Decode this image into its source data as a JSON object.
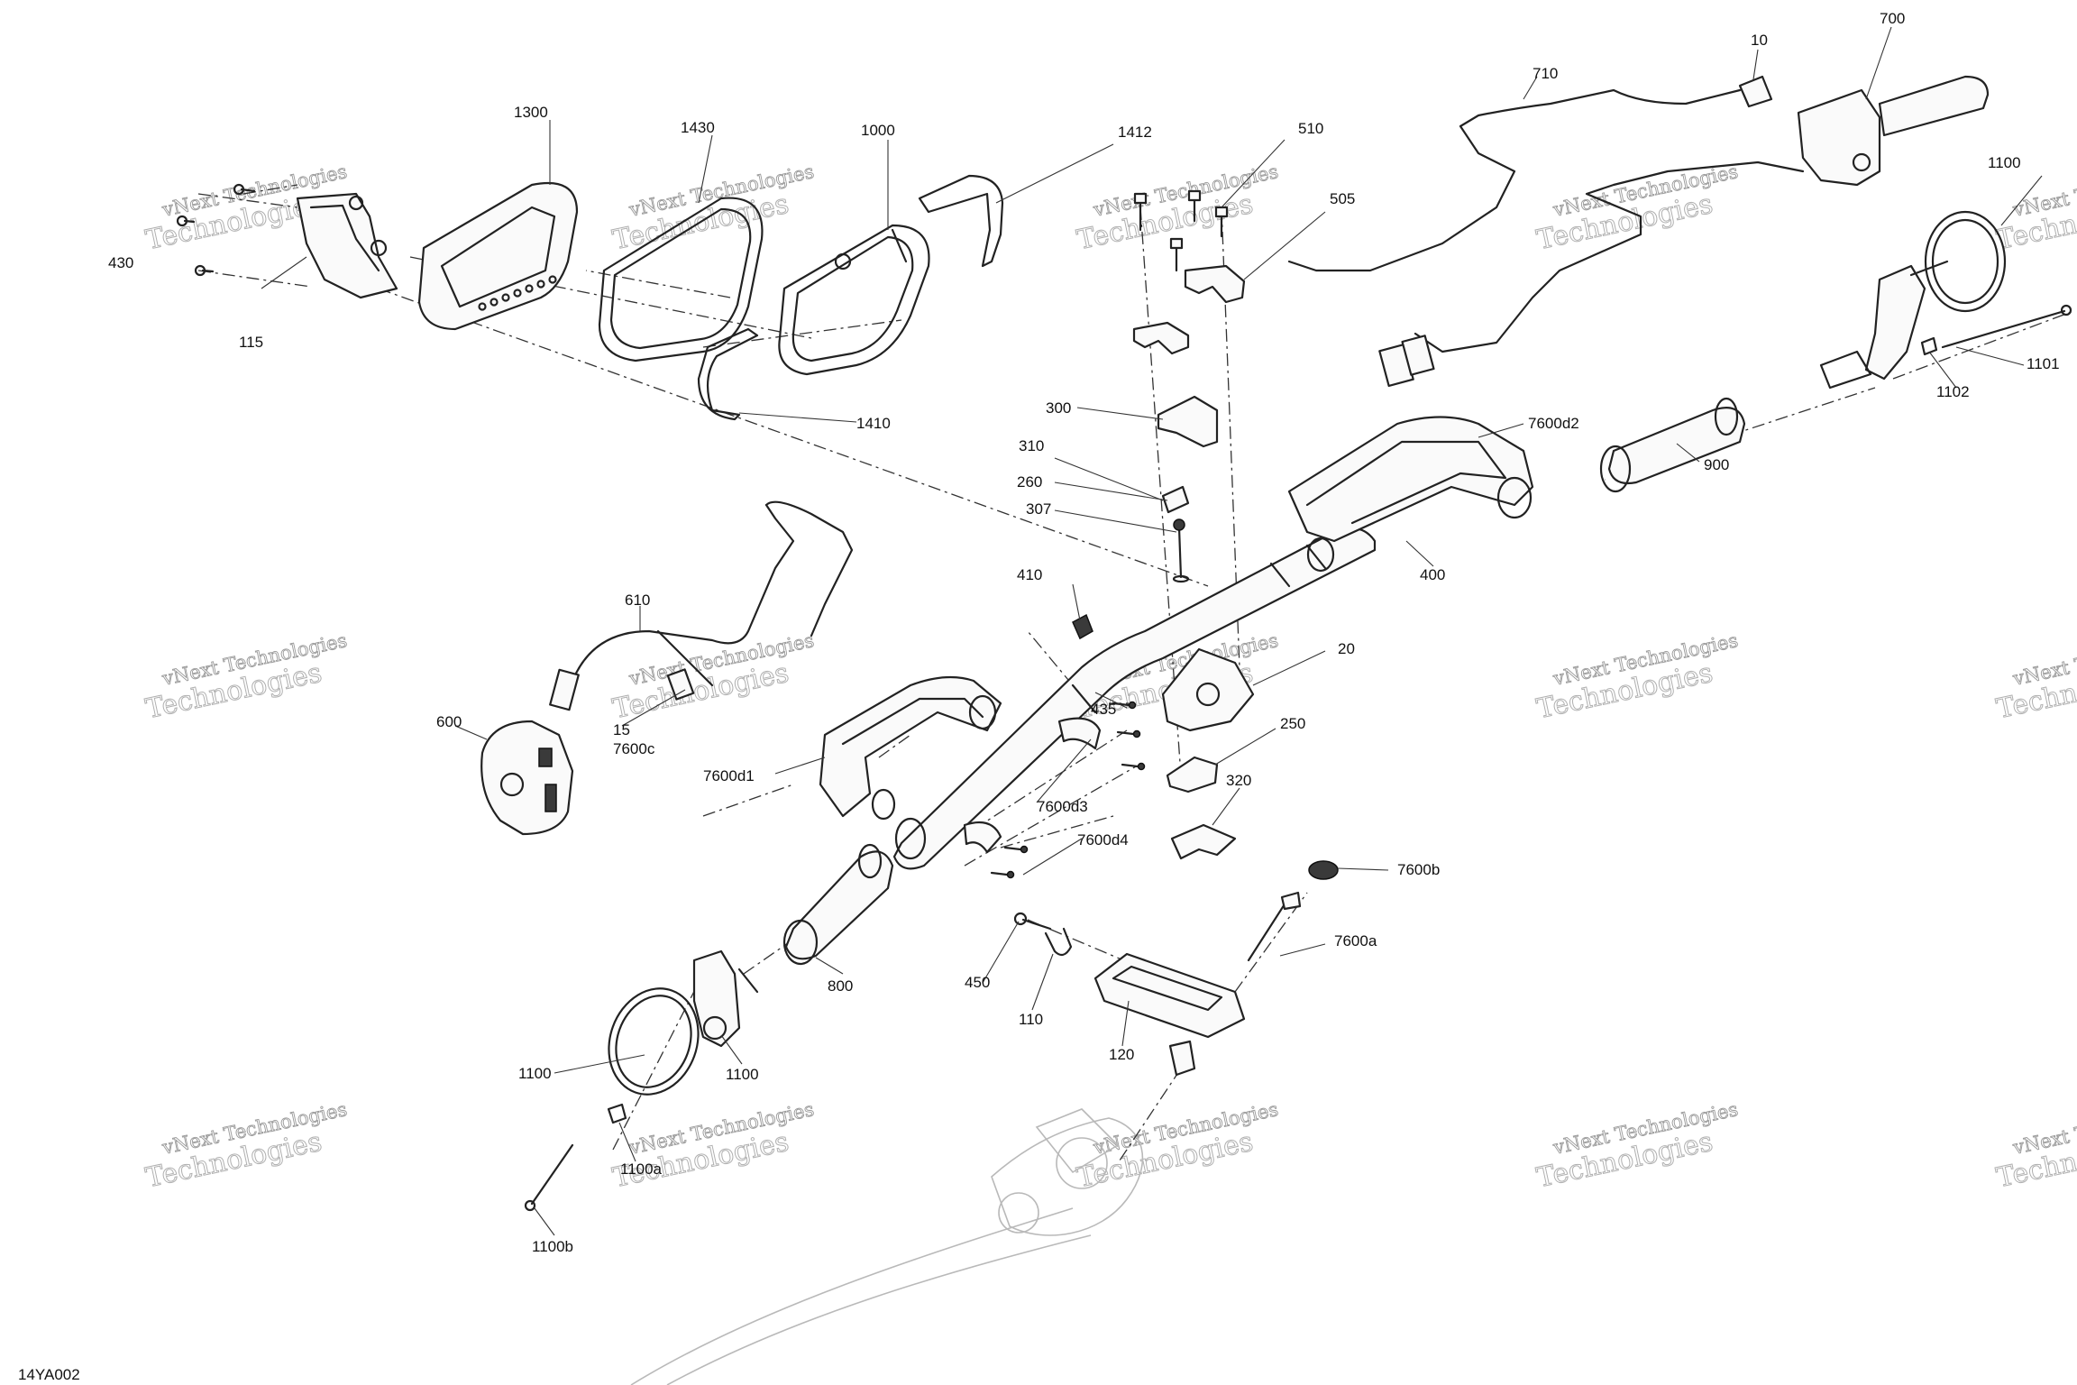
{
  "drawing_code": "14YA002",
  "watermark": {
    "line1": "vNext Technologies",
    "line2": "Technologies"
  },
  "callouts": [
    {
      "id": "c-1300",
      "text": "1300"
    },
    {
      "id": "c-1430",
      "text": "1430"
    },
    {
      "id": "c-1000",
      "text": "1000"
    },
    {
      "id": "c-1412",
      "text": "1412"
    },
    {
      "id": "c-510",
      "text": "510"
    },
    {
      "id": "c-505",
      "text": "505"
    },
    {
      "id": "c-710",
      "text": "710"
    },
    {
      "id": "c-10",
      "text": "10"
    },
    {
      "id": "c-700",
      "text": "700"
    },
    {
      "id": "c-1100-tr",
      "text": "1100"
    },
    {
      "id": "c-1101",
      "text": "1101"
    },
    {
      "id": "c-1102",
      "text": "1102"
    },
    {
      "id": "c-430",
      "text": "430"
    },
    {
      "id": "c-115",
      "text": "115"
    },
    {
      "id": "c-1410",
      "text": "1410"
    },
    {
      "id": "c-300",
      "text": "300"
    },
    {
      "id": "c-310",
      "text": "310"
    },
    {
      "id": "c-260",
      "text": "260"
    },
    {
      "id": "c-307",
      "text": "307"
    },
    {
      "id": "c-7600d2",
      "text": "7600d2"
    },
    {
      "id": "c-900",
      "text": "900"
    },
    {
      "id": "c-400",
      "text": "400"
    },
    {
      "id": "c-410",
      "text": "410"
    },
    {
      "id": "c-610",
      "text": "610"
    },
    {
      "id": "c-20",
      "text": "20"
    },
    {
      "id": "c-435",
      "text": "435"
    },
    {
      "id": "c-600",
      "text": "600"
    },
    {
      "id": "c-15",
      "text": "15"
    },
    {
      "id": "c-7600c",
      "text": "7600c"
    },
    {
      "id": "c-250",
      "text": "250"
    },
    {
      "id": "c-7600d1",
      "text": "7600d1"
    },
    {
      "id": "c-320",
      "text": "320"
    },
    {
      "id": "c-7600d3",
      "text": "7600d3"
    },
    {
      "id": "c-7600d4",
      "text": "7600d4"
    },
    {
      "id": "c-7600b",
      "text": "7600b"
    },
    {
      "id": "c-7600a",
      "text": "7600a"
    },
    {
      "id": "c-450",
      "text": "450"
    },
    {
      "id": "c-800",
      "text": "800"
    },
    {
      "id": "c-110",
      "text": "110"
    },
    {
      "id": "c-120",
      "text": "120"
    },
    {
      "id": "c-1100-l",
      "text": "1100"
    },
    {
      "id": "c-1100-m",
      "text": "1100"
    },
    {
      "id": "c-1100a",
      "text": "1100a"
    },
    {
      "id": "c-1100b",
      "text": "1100b"
    }
  ]
}
